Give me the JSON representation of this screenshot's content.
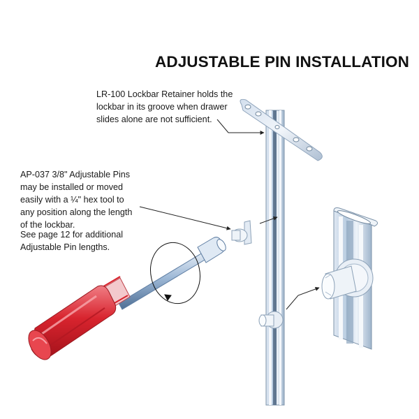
{
  "page": {
    "title": "ADJUSTABLE PIN INSTALLATION"
  },
  "callouts": {
    "retainer": {
      "lines": [
        "LR-100 Lockbar Retainer holds the",
        "lockbar in its groove when drawer",
        "slides alone are not sufficient."
      ]
    },
    "pins": {
      "lines": [
        "AP-037 3/8\" Adjustable Pins",
        "may be installed or moved",
        "easily with a ¼\" hex tool to",
        "any position along the length",
        "of the lockbar."
      ]
    },
    "see_also": {
      "lines": [
        "See page 12 for additional",
        "Adjustable Pin lengths."
      ]
    }
  },
  "illustration": {
    "parts": [
      "lockbar-retainer-plate",
      "lockbar",
      "adjustable-pin",
      "hex-nut-driver",
      "enlarged-pin-detail"
    ],
    "colors": {
      "handle_red": "#d8242e",
      "handle_highlight": "#f27a80",
      "steel_light": "#e6eef7",
      "steel_mid": "#b9cde2",
      "steel_dark": "#6f869d",
      "leader_line": "#222222"
    }
  }
}
